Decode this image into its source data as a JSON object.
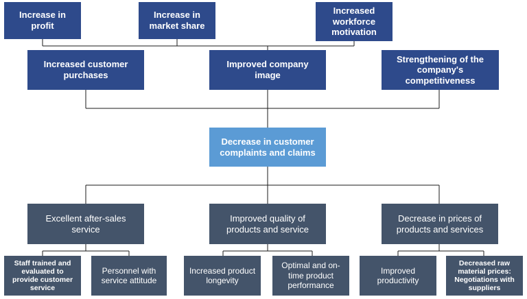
{
  "diagram": {
    "level1": {
      "profit": "Increase in profit",
      "market_share": "Increase in market share",
      "motivation": "Increased workforce motivation"
    },
    "level2": {
      "purchases": "Increased customer purchases",
      "image": "Improved company image",
      "competitiveness": "Strengthening of the company's competitiveness"
    },
    "center": "Decrease in customer complaints and claims",
    "level3": {
      "after_sales": "Excellent after-sales service",
      "quality": "Improved quality of products and service",
      "prices": "Decrease in prices of products and services"
    },
    "level4": {
      "staff_trained": "Staff trained and evaluated to provide customer service",
      "personnel": "Personnel with service attitude",
      "longevity": "Increased product longevity",
      "performance": "Optimal and on-time product performance",
      "productivity": "Improved productivity",
      "raw_material": "Decreased raw material prices: Negotiations with suppliers"
    },
    "colors": {
      "top": "#2E4A8B",
      "highlight": "#5B9BD5",
      "slate": "#44546A",
      "line": "#1a1a1a"
    }
  }
}
